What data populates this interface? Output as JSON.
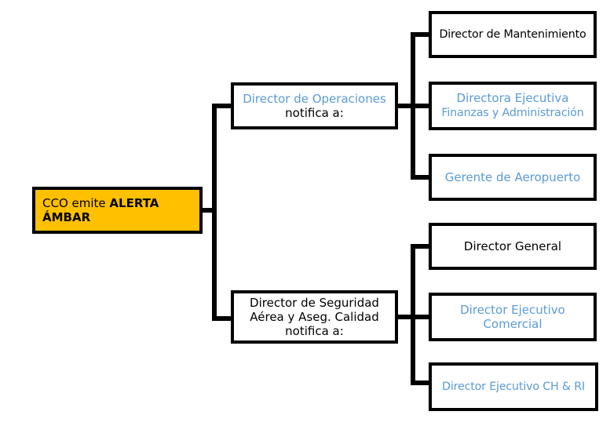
{
  "diagram": {
    "type": "flowchart",
    "title": "CCO emite ALERTA ÁMBAR",
    "colors": {
      "root_fill": "#FFC000",
      "border": "#000000",
      "blue_text": "#5B9BD5",
      "black_text": "#000000",
      "background": "#FFFFFF"
    },
    "root": {
      "text_normal": "CCO emite ",
      "text_bold": "ALERTA ÁMBAR"
    },
    "branches": [
      {
        "id": "operaciones",
        "line1": "Director de Operaciones",
        "line1_color": "#5B9BD5",
        "line2": "notifica a:",
        "line2_color": "#000000",
        "children": [
          {
            "id": "mantenimiento",
            "lines": [
              "Director de Mantenimiento"
            ],
            "color": "#000000"
          },
          {
            "id": "finanzas",
            "lines": [
              "Directora Ejecutiva",
              "Finanzas y Administración"
            ],
            "color": "#5B9BD5"
          },
          {
            "id": "aeropuerto",
            "lines": [
              "Gerente de Aeropuerto"
            ],
            "color": "#5B9BD5"
          }
        ]
      },
      {
        "id": "seguridad",
        "line1": "Director de Seguridad",
        "line1_color": "#000000",
        "line2": "Aérea y Aseg. Calidad",
        "line2_color": "#000000",
        "line3": "notifica a:",
        "line3_color": "#000000",
        "children": [
          {
            "id": "director-general",
            "lines": [
              "Director General"
            ],
            "color": "#000000"
          },
          {
            "id": "comercial",
            "lines": [
              "Director Ejecutivo",
              "Comercial"
            ],
            "color": "#5B9BD5"
          },
          {
            "id": "ch-ri",
            "lines": [
              "Director Ejecutivo CH & RI"
            ],
            "color": "#5B9BD5"
          }
        ]
      }
    ]
  }
}
